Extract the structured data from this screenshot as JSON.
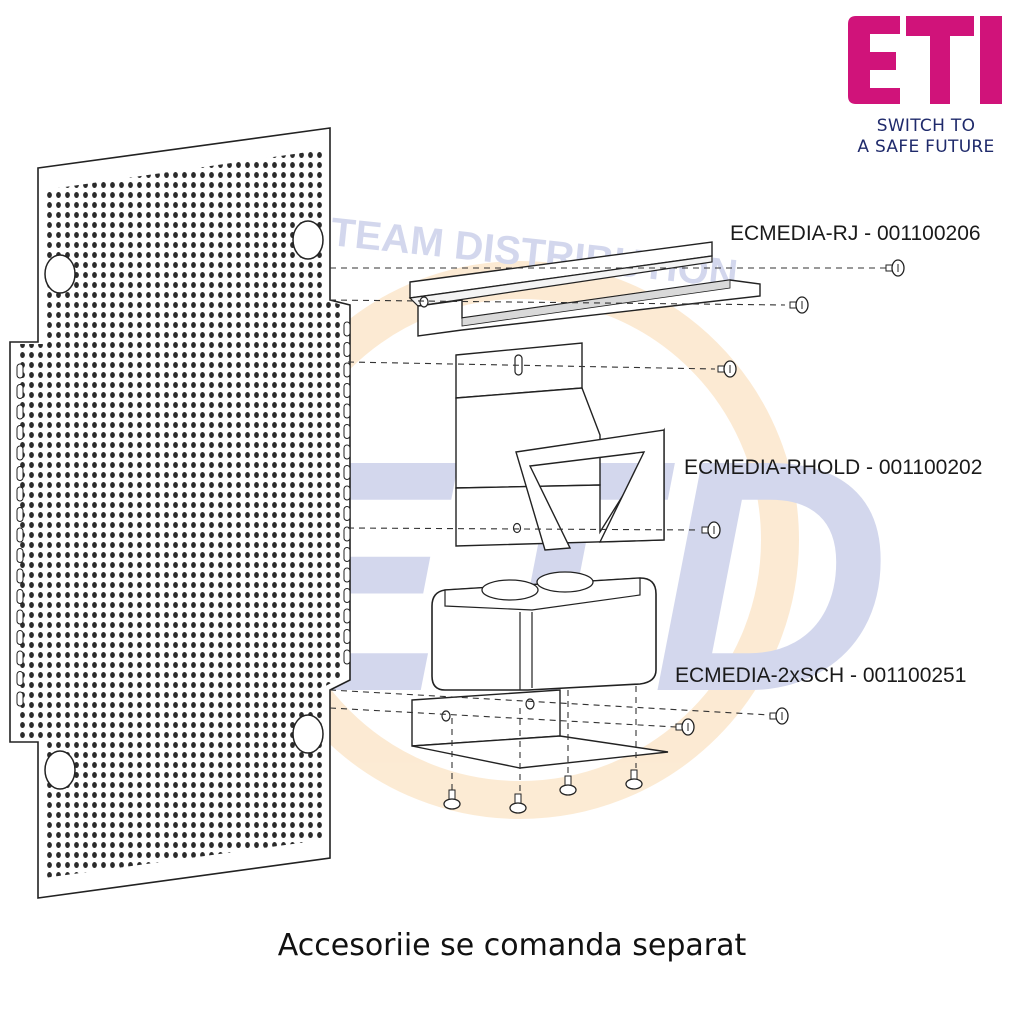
{
  "brand": {
    "logo_text": "ETI",
    "tagline_line1": "SWITCH TO",
    "tagline_line2": "A SAFE FUTURE",
    "logo_color": "#d0137a",
    "tagline_color": "#1f2a6b"
  },
  "watermark": {
    "text": "TEAM DISTRIBUTION",
    "letters": "ETD",
    "colors": [
      "#3a4fb0",
      "#f2a43a"
    ]
  },
  "callouts": [
    {
      "id": "rj",
      "label": "ECMEDIA-RJ - 001100206"
    },
    {
      "id": "rhold",
      "label": "ECMEDIA-RHOLD - 001100202"
    },
    {
      "id": "sch",
      "label": "ECMEDIA-2xSCH - 001100251"
    }
  ],
  "caption": "Accesoriie se comanda separat",
  "icons": [
    "perforated-panel",
    "din-rail",
    "rail-holder",
    "double-socket",
    "socket-bracket",
    "screw"
  ]
}
